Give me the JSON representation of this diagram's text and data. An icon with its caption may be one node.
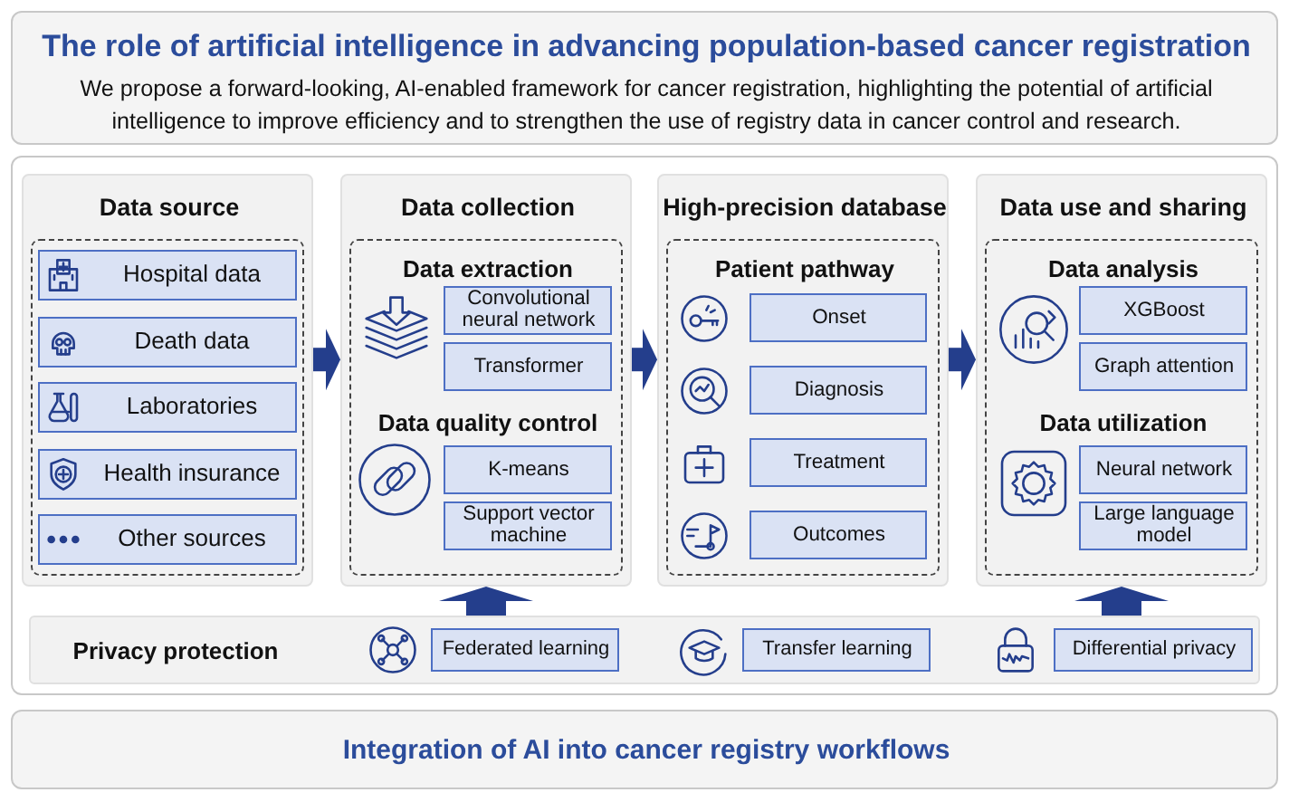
{
  "diagram": {
    "nodes": [
      {
        "text": [
          "The role of artificial intelligence in advancing population-based cancer registration",
          "We propose a forward-looking, AI-enabled framework for cancer registration, highlighting the potential of artificial intelligence to improve efficiency and to strengthen the use of registry data in cancer control and research."
        ]
      },
      {
        "text": [
          "Data source"
        ]
      },
      {
        "text": [],
        "shape": "box",
        "in": 1
      },
      {
        "text": [
          "Hospital data"
        ],
        "in": 2
      },
      {
        "text": [
          "Death data"
        ],
        "in": 2
      },
      {
        "text": [
          "Laboratories"
        ],
        "in": 2
      },
      {
        "text": [
          "Health insurance"
        ],
        "in": 2
      },
      {
        "text": [
          "Other sources"
        ],
        "in": 2
      },
      {
        "text": [
          "Data collection"
        ]
      },
      {
        "text": [
          "Data extraction",
          "Data quality control"
        ],
        "in": 8
      },
      {
        "text": [
          "Convolutional neural network"
        ],
        "in": 9
      },
      {
        "text": [
          "Transformer"
        ],
        "in": 9
      },
      {
        "text": [
          "K-means"
        ],
        "in": 9
      },
      {
        "text": [
          "Support vector machine"
        ],
        "in": 9
      },
      {
        "text": [
          "High-precision database"
        ]
      },
      {
        "text": [
          "Patient pathway"
        ],
        "in": 14
      },
      {
        "text": [
          "Onset"
        ],
        "in": 15
      },
      {
        "text": [
          "Diagnosis"
        ],
        "in": 15
      },
      {
        "text": [
          "Treatment"
        ],
        "in": 15
      },
      {
        "text": [
          "Outcomes"
        ],
        "in": 15
      },
      {
        "text": [
          "Data use and sharing"
        ]
      },
      {
        "text": [
          "Data analysis",
          "Data utilization"
        ],
        "in": 20
      },
      {
        "text": [
          "XGBoost"
        ],
        "in": 21
      },
      {
        "text": [
          "Graph attention"
        ],
        "in": 21
      },
      {
        "text": [
          "Neural network"
        ],
        "in": 21
      },
      {
        "text": [
          "Large language model"
        ],
        "in": 21
      },
      {
        "text": [
          "Privacy protection"
        ]
      },
      {
        "text": [
          "Federated learning"
        ],
        "in": 26
      },
      {
        "text": [
          "Transfer learning"
        ],
        "in": 26
      },
      {
        "text": [
          "Differential privacy"
        ],
        "in": 26
      },
      {
        "text": [
          "Integration of AI into cancer registry workflows"
        ]
      }
    ],
    "edges": [
      {
        "from": 1,
        "to": 8,
        "arrow": "to"
      },
      {
        "from": 8,
        "to": 14,
        "arrow": "to"
      },
      {
        "from": 14,
        "to": 20,
        "arrow": "to"
      },
      {
        "from": 26,
        "to": 8,
        "arrow": "to"
      },
      {
        "from": 26,
        "to": 20,
        "arrow": "to"
      }
    ]
  }
}
